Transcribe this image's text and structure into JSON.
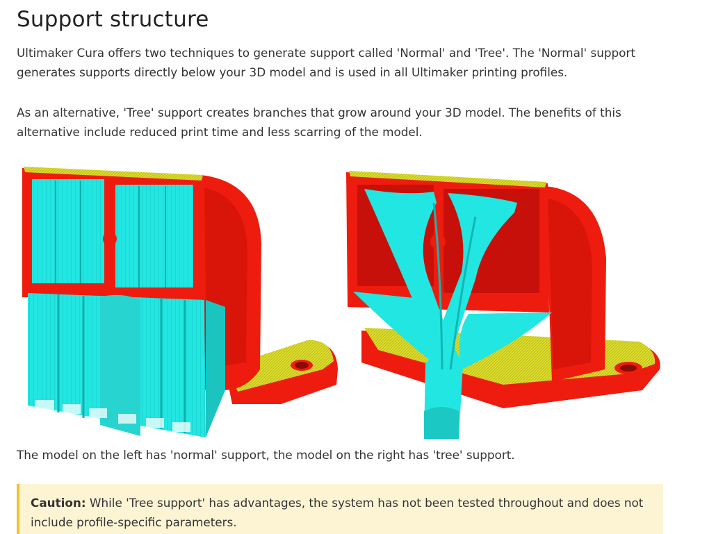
{
  "heading": "Support structure",
  "paragraphs": {
    "intro": "Ultimaker Cura offers two techniques to generate support called 'Normal' and 'Tree'. The 'Normal' support generates supports directly below your 3D model and is used in all Ultimaker printing profiles.",
    "alternative": "As an alternative, 'Tree' support creates branches that grow around your 3D model. The benefits of this alternative include reduced print time and less scarring of the model."
  },
  "caption": "The model on the left has 'normal' support, the model on the right has 'tree' support.",
  "caution": {
    "label": "Caution:",
    "text": " While 'Tree support' has advantages, the system has not been tested throughout and does not include profile-specific parameters."
  },
  "colors": {
    "model": "#ee1c0e",
    "support": "#22e6e2",
    "base_top": "#dede2a",
    "caution_bg": "#fdf4d4",
    "caution_border": "#f0c233"
  }
}
